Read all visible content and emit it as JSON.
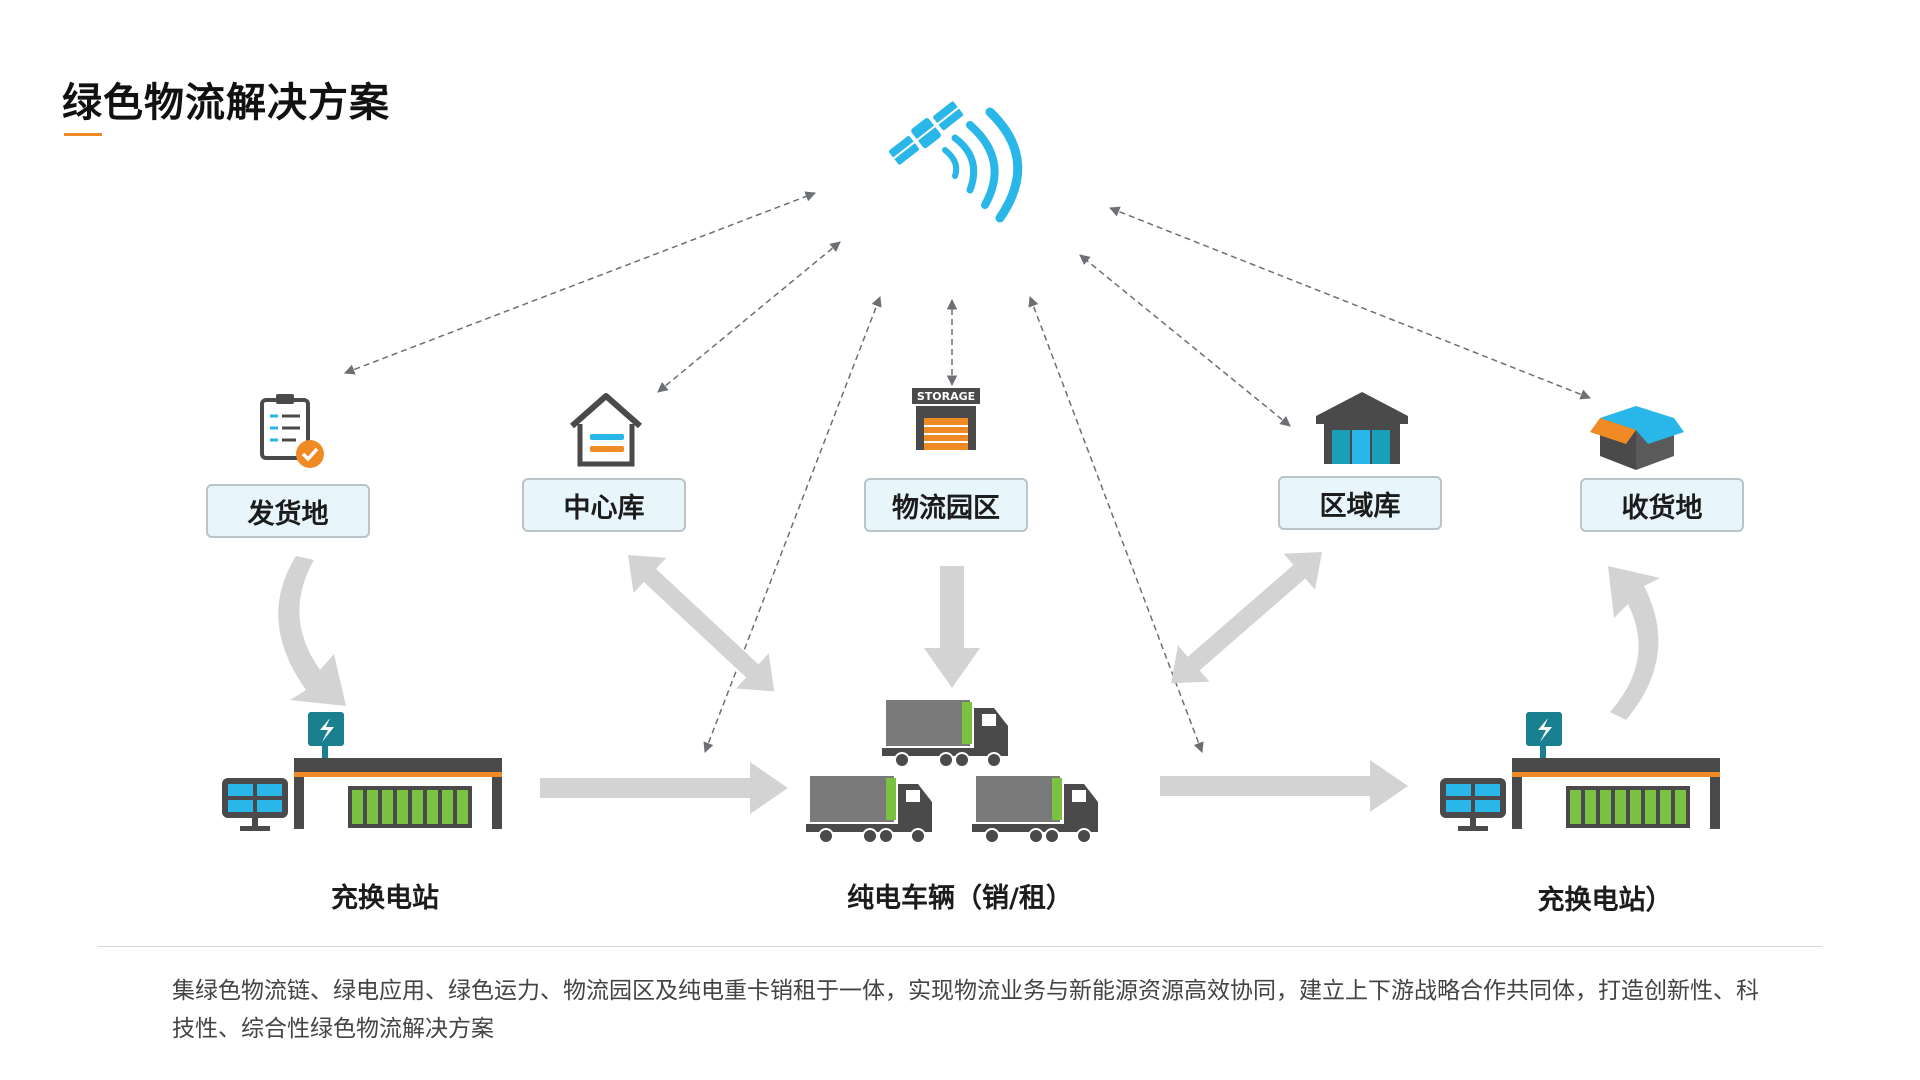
{
  "title": "绿色物流解决方案",
  "nodes": {
    "shipping_origin": "发货地",
    "central_warehouse": "中心库",
    "logistics_park": "物流园区",
    "regional_warehouse": "区域库",
    "destination": "收货地"
  },
  "storage_sign": "STORAGE",
  "bottom": {
    "left_station": "充换电站",
    "vehicles": "纯电车辆（销/租）",
    "right_station": "充换电站）"
  },
  "description": "集绿色物流链、绿电应用、绿色运力、物流园区及纯电重卡销租于一体，实现物流业务与新能源资源高效协同，建立上下游战略合作共同体，打造创新性、科技性、综合性绿色物流解决方案",
  "colors": {
    "accent_orange": "#f08a24",
    "satellite_blue": "#29b6e8",
    "icon_dark": "#4a4a4a",
    "battery_green": "#7cc242",
    "teal_badge": "#1a7f8e",
    "arrow_gray": "#d3d3d3",
    "label_bg": "#e8f6fb"
  }
}
